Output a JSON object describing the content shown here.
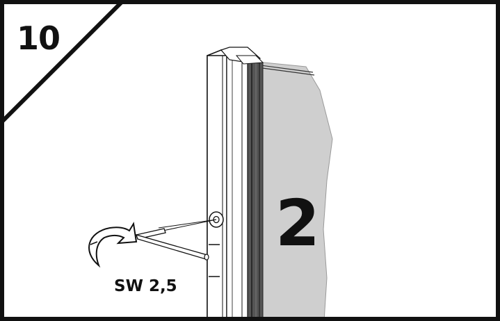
{
  "step": {
    "number": "10"
  },
  "panel": {
    "label": "2"
  },
  "tool": {
    "label": "SW 2,5"
  },
  "colors": {
    "frame": "#111111",
    "glass": "#cfcfcf",
    "seal": "#555555",
    "profile": "#ffffff"
  }
}
